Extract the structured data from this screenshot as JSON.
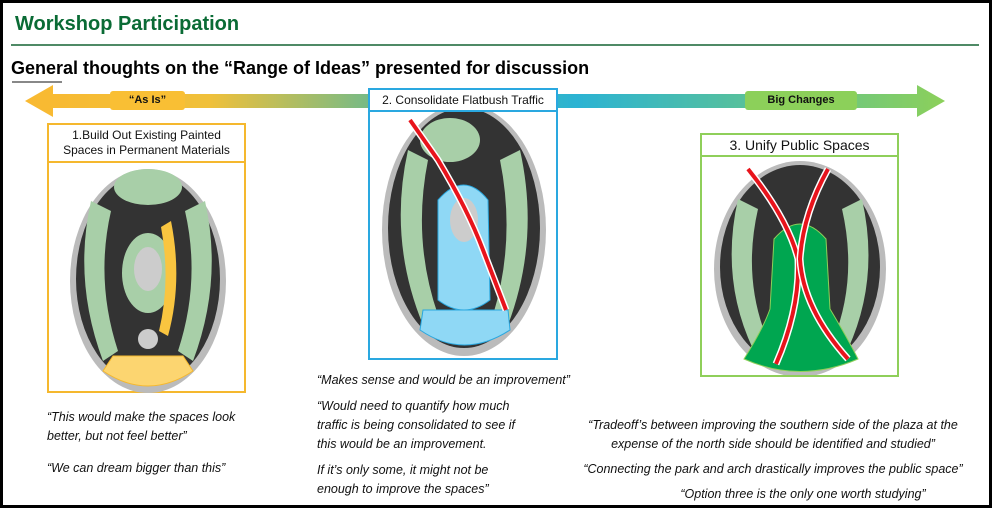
{
  "title": "Workshop Participation",
  "subtitle": "General thoughts on the “Range of Ideas” presented for discussion",
  "spectrum": {
    "left_label": "“As Is”",
    "right_label": "Big Changes",
    "colors": {
      "left": "#f9b931",
      "middle": "#2bb3d3",
      "right": "#8cd05a"
    }
  },
  "options": [
    {
      "title": "1.Build Out Existing Painted Spaces in Permanent Materials",
      "color": "#f5b82e"
    },
    {
      "title": "2. Consolidate Flatbush Traffic",
      "color": "#2aa8e0"
    },
    {
      "title": "3. Unify Public Spaces",
      "color": "#8fcf5a"
    }
  ],
  "quotes": {
    "option1": [
      "“This would make the spaces look better, but not feel better”",
      "“We can dream bigger than this”"
    ],
    "option2": [
      "“Makes sense and would be an improvement”",
      "“Would need to quantify how much traffic is being consolidated to see if this would be an improvement.",
      "If it’s only some, it might not be enough to improve the spaces”"
    ],
    "option3": [
      "“Tradeoff’s between improving the southern side of the plaza at the expense of the north side should be identified and studied”",
      "“Connecting the park and arch drastically improves the public space”",
      "“Option three is the only one worth studying”"
    ]
  }
}
